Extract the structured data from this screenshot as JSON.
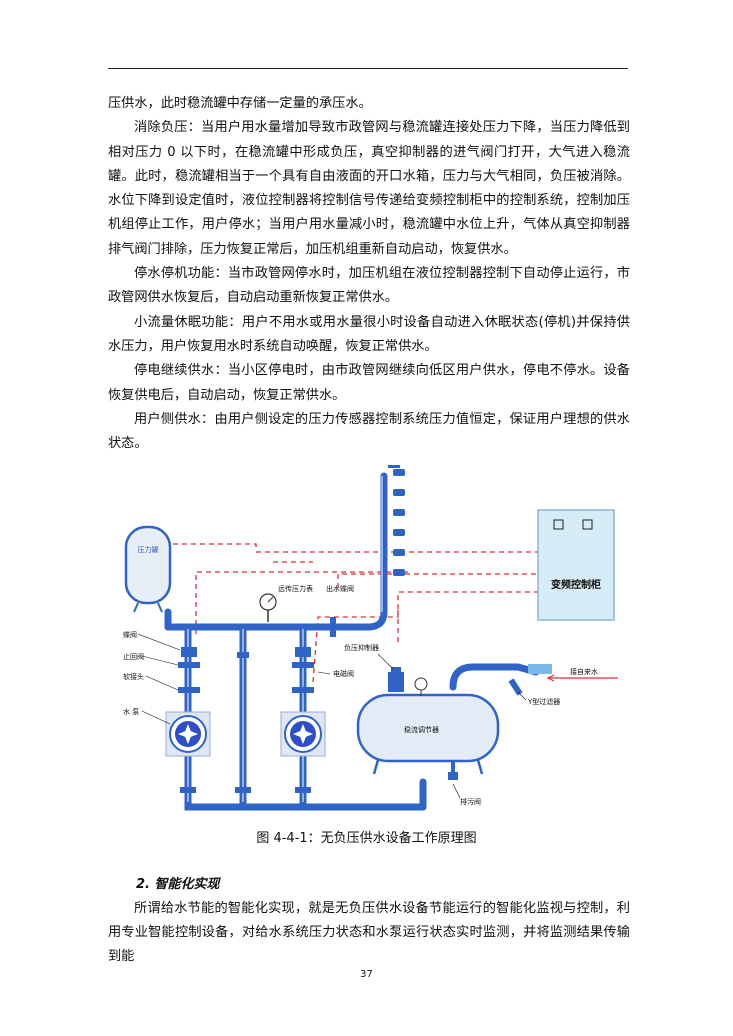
{
  "paragraphs": [
    "压供水，此时稳流罐中存储一定量的承压水。",
    "消除负压：当用户用水量增加导致市政管网与稳流罐连接处压力下降，当压力降低到相对压力 0 以下时，在稳流罐中形成负压，真空抑制器的进气阀门打开，大气进入稳流罐。此时，稳流罐相当于一个具有自由液面的开口水箱，压力与大气相同，负压被消除。水位下降到设定值时，液位控制器将控制信号传递给变频控制柜中的控制系统，控制加压机组停止工作，用户停水；当用户用水量减小时，稳流罐中水位上升，气体从真空抑制器排气阀门排除，压力恢复正常后，加压机组重新自动启动，恢复供水。",
    "停水停机功能：当市政管网停水时，加压机组在液位控制器控制下自动停止运行，市政管网供水恢复后，自动启动重新恢复正常供水。",
    "小流量休眠功能：用户不用水或用水量很小时设备自动进入休眠状态(停机)并保持供水压力，用户恢复用水时系统自动唤醒，恢复正常供水。",
    "停电继续供水：当小区停电时，由市政管网继续向低区用户供水，停电不停水。设备恢复供电后，自动启动，恢复正常供水。",
    "用户侧供水：由用户侧设定的压力传感器控制系统压力值恒定，保证用户理想的供水状态。"
  ],
  "diagram": {
    "labels": {
      "tank": "压力罐",
      "butterfly": "蝶阀",
      "check": "止回阀",
      "soft_joint": "软接头",
      "pump": "水 泵",
      "pressure_sensor": "远传压力表",
      "outlet_valve": "出水蝶阀",
      "solenoid": "电磁阀",
      "vacuum": "负压抑制器",
      "cabinet": "变频控制柜",
      "inlet": "接自来水",
      "filter": "Y型过滤器",
      "stabilizer": "稳流调节器",
      "drain": "排污阀"
    }
  },
  "caption": "图 4-4-1：无负压供水设备工作原理图",
  "heading": "2.  智能化实现",
  "tail": [
    "所谓给水节能的智能化实现，就是无负压供水设备节能运行的智能化监视与控制，利用专业智能控制设备，对给水系统压力状态和水泵运行状态实时监测，并将监测结果传输到能"
  ],
  "page_number": "37",
  "colors": {
    "pipe": "#2f64c6",
    "signal": "#d9303a",
    "cabinet": "#d6ecf6"
  }
}
